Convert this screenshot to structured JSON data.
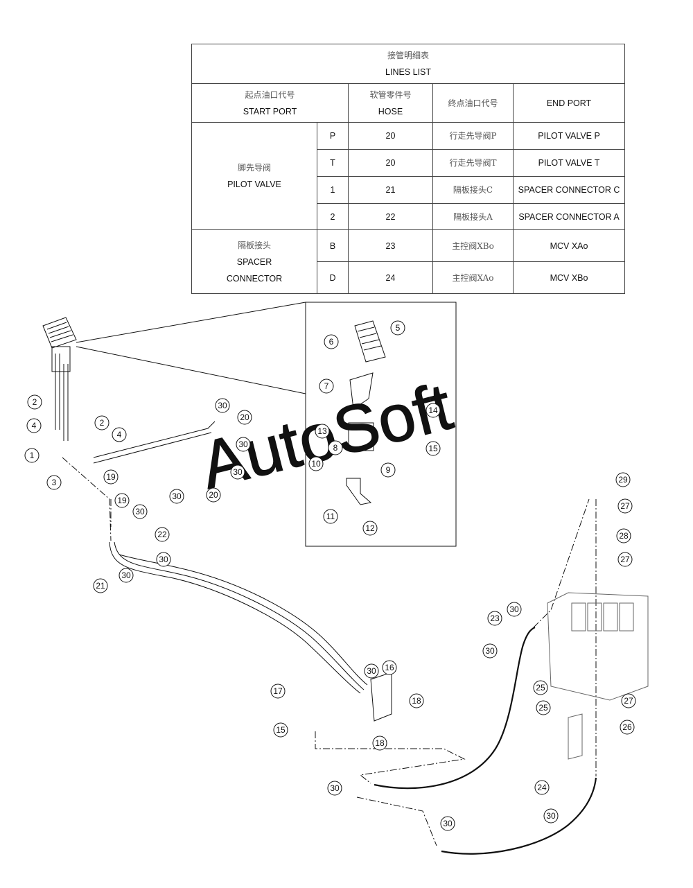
{
  "table": {
    "title_cn": "接管明细表",
    "title_en": "LINES LIST",
    "header": {
      "start_cn": "起点油口代号",
      "start_en": "START PORT",
      "hose_cn": "软管零件号",
      "hose_en": "HOSE",
      "end_cn": "终点油口代号",
      "end_en": "END PORT"
    },
    "groups": [
      {
        "name_cn": "脚先导阀",
        "name_en": "PILOT VALVE",
        "rows": [
          {
            "port": "P",
            "hose": "20",
            "end_cn": "行走先导阀P",
            "end_en": "PILOT VALVE P"
          },
          {
            "port": "T",
            "hose": "20",
            "end_cn": "行走先导阀T",
            "end_en": "PILOT VALVE T"
          },
          {
            "port": "1",
            "hose": "21",
            "end_cn": "隔板接头C",
            "end_en": "SPACER CONNECTOR C"
          },
          {
            "port": "2",
            "hose": "22",
            "end_cn": "隔板接头A",
            "end_en": "SPACER CONNECTOR A"
          }
        ]
      },
      {
        "name_cn": "隔板接头",
        "name_en_1": "SPACER",
        "name_en_2": "CONNECTOR",
        "rows": [
          {
            "port": "B",
            "hose": "23",
            "end_cn": "主控阀XBo",
            "end_en": "MCV XAo"
          },
          {
            "port": "D",
            "hose": "24",
            "end_cn": "主控阀XAo",
            "end_en": "MCV XBo"
          }
        ]
      }
    ]
  },
  "watermark": "AutoSoft",
  "callouts": [
    "1",
    "2",
    "2",
    "3",
    "4",
    "4",
    "5",
    "6",
    "7",
    "8",
    "9",
    "10",
    "11",
    "12",
    "13",
    "14",
    "15",
    "15",
    "16",
    "17",
    "18",
    "18",
    "19",
    "19",
    "20",
    "20",
    "21",
    "22",
    "23",
    "24",
    "25",
    "25",
    "26",
    "27",
    "27",
    "27",
    "28",
    "29",
    "30",
    "30",
    "30",
    "30",
    "30",
    "30",
    "30",
    "30",
    "30",
    "30",
    "30",
    "30",
    "30"
  ]
}
